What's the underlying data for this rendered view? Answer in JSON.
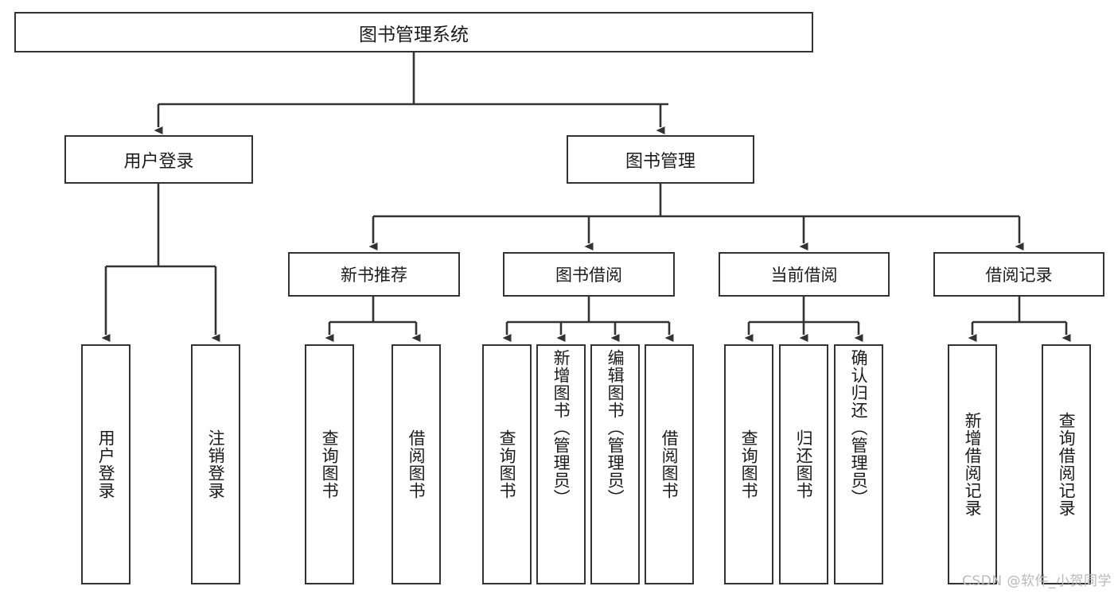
{
  "diagram": {
    "type": "tree",
    "title": "图书管理系统",
    "watermark": "CSDN @软件_小贺同学",
    "colors": {
      "stroke": "#333333",
      "background": "#ffffff",
      "text": "#1b1b1b",
      "watermark": "#b9b9b9"
    },
    "levels": {
      "root": {
        "label": "图书管理系统"
      },
      "level2": [
        {
          "id": "user-login",
          "label": "用户登录"
        },
        {
          "id": "book-management",
          "label": "图书管理"
        }
      ],
      "level3": [
        {
          "id": "new-book-recommend",
          "label": "新书推荐",
          "parent": "book-management"
        },
        {
          "id": "book-borrow",
          "label": "图书借阅",
          "parent": "book-management"
        },
        {
          "id": "current-borrow",
          "label": "当前借阅",
          "parent": "book-management"
        },
        {
          "id": "borrow-record",
          "label": "借阅记录",
          "parent": "book-management"
        }
      ],
      "leaves": [
        {
          "id": "leaf-user-login",
          "label": "用户登录",
          "parent": "user-login"
        },
        {
          "id": "leaf-user-logout",
          "label": "注销登录",
          "parent": "user-login"
        },
        {
          "id": "leaf-query-book-rec",
          "label": "查询图书",
          "parent": "new-book-recommend"
        },
        {
          "id": "leaf-borrow-book-rec",
          "label": "借阅图书",
          "parent": "new-book-recommend"
        },
        {
          "id": "leaf-query-book-borrow",
          "label": "查询图书",
          "parent": "book-borrow"
        },
        {
          "id": "leaf-add-book-admin",
          "label": "新增图书（管理员）",
          "parent": "book-borrow"
        },
        {
          "id": "leaf-edit-book-admin",
          "label": "编辑图书（管理员）",
          "parent": "book-borrow"
        },
        {
          "id": "leaf-borrow-book",
          "label": "借阅图书",
          "parent": "book-borrow"
        },
        {
          "id": "leaf-query-book-current",
          "label": "查询图书",
          "parent": "current-borrow"
        },
        {
          "id": "leaf-return-book",
          "label": "归还图书",
          "parent": "current-borrow"
        },
        {
          "id": "leaf-confirm-return-admin",
          "label": "确认归还（管理员）",
          "parent": "current-borrow"
        },
        {
          "id": "leaf-add-borrow-record",
          "label": "新增借阅记录",
          "parent": "borrow-record"
        },
        {
          "id": "leaf-query-borrow-record",
          "label": "查询借阅记录",
          "parent": "borrow-record"
        }
      ]
    }
  }
}
